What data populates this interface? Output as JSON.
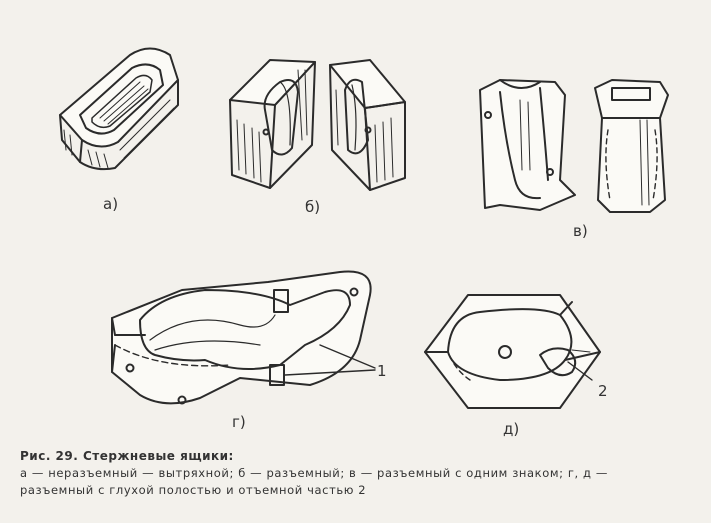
{
  "figure": {
    "labels": {
      "a": "а)",
      "b": "б)",
      "v": "в)",
      "g": "г)",
      "d": "д)",
      "num1": "1",
      "num2": "2"
    }
  },
  "caption": {
    "title": "Рис. 29. Стержневые ящики:",
    "line1": "а — неразъемный — вытряхной; б — разъемный; в — разъемный с одним знаком; г, д —",
    "line2": "разъемный с глухой полостью и отъемной частью 2"
  }
}
